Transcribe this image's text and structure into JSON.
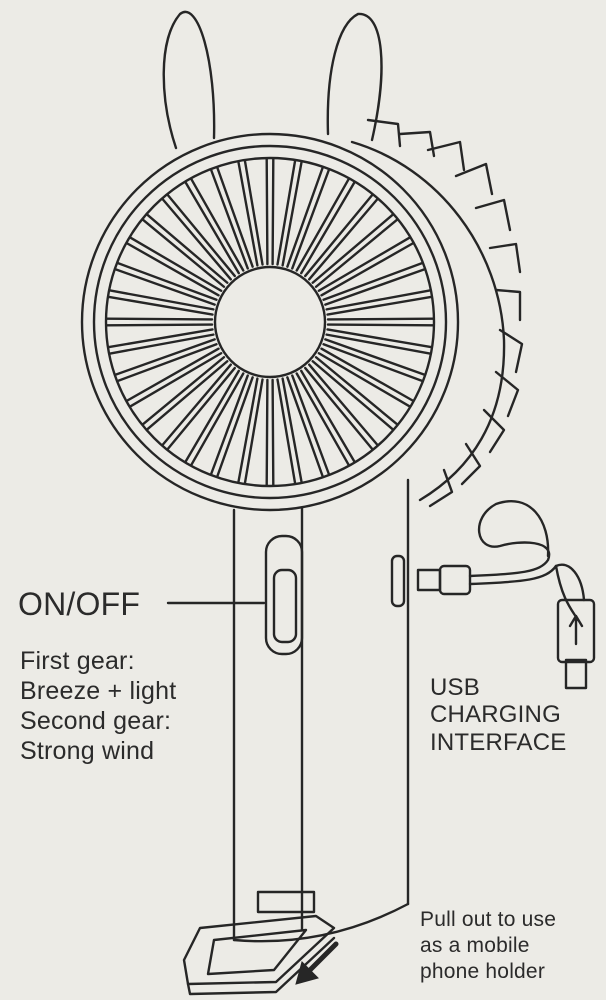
{
  "labels": {
    "switch": "ON/OFF",
    "gear_lines": [
      "First gear:",
      "Breeze + light",
      "Second gear:",
      "Strong wind"
    ],
    "usb_lines": [
      "USB",
      "CHARGING",
      "INTERFACE"
    ],
    "holder_lines": [
      "Pull out to use",
      "as a mobile",
      "phone holder"
    ]
  },
  "colors": {
    "background": "#ecebe6",
    "line": "#262626",
    "text": "#2b2b2b"
  }
}
